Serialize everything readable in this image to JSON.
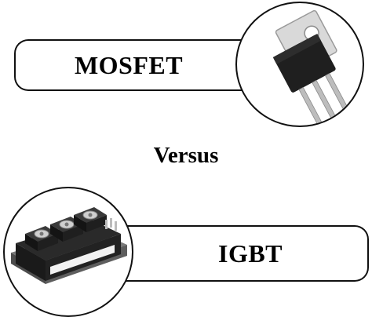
{
  "top_label": "MOSFET",
  "middle_label": "Versus",
  "bottom_label": "IGBT",
  "icons": {
    "top": "to220-mosfet-transistor-icon",
    "bottom": "igbt-power-module-icon"
  },
  "colors": {
    "background": "#ffffff",
    "outline": "#111111",
    "text": "#000000"
  }
}
